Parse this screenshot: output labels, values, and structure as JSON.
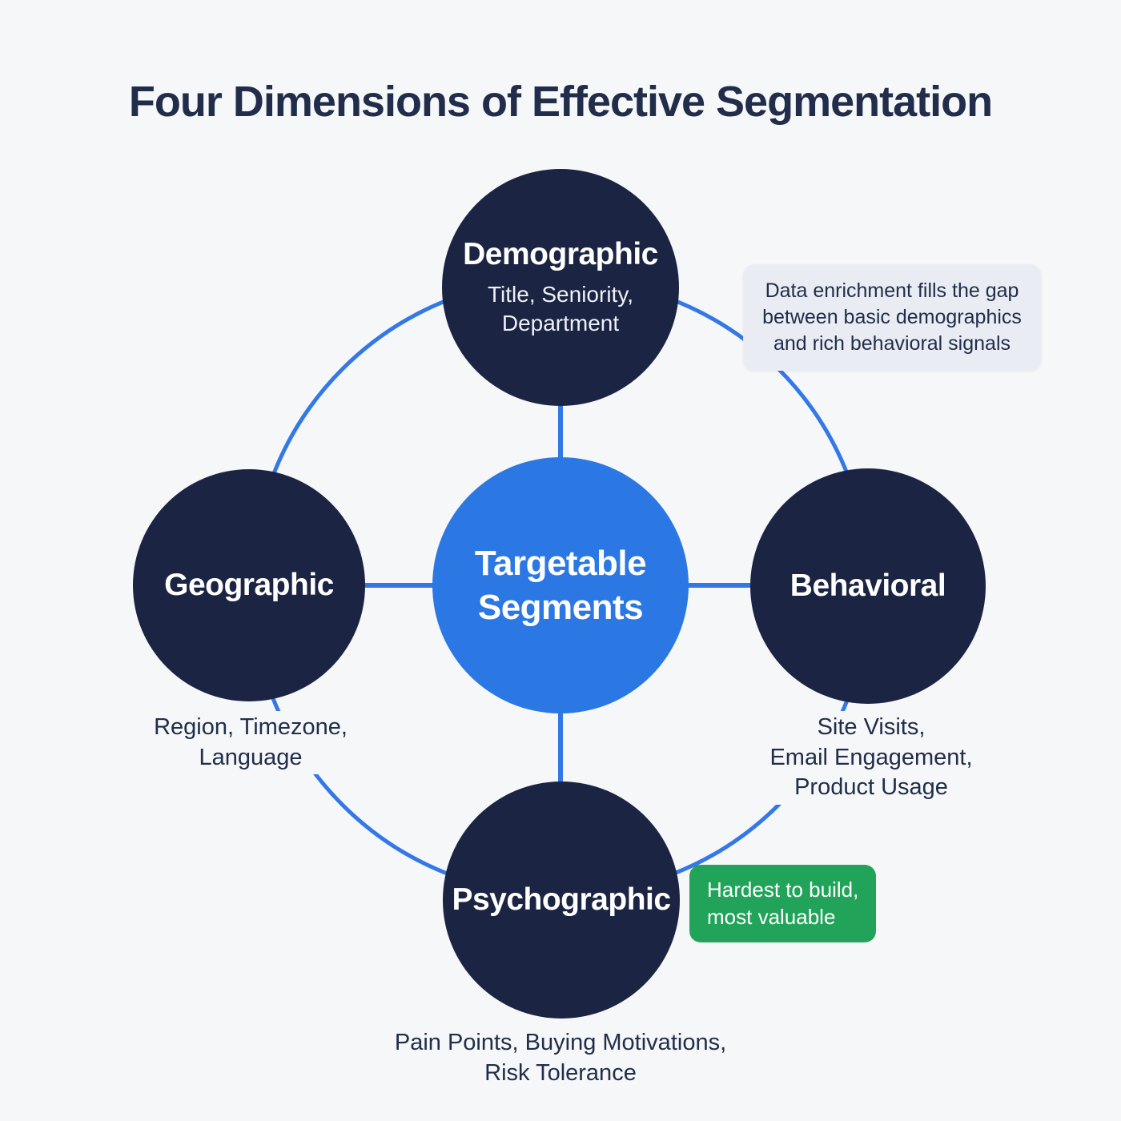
{
  "title": "Four Dimensions of Effective Segmentation",
  "center": {
    "label": "Targetable\nSegments"
  },
  "nodes": [
    {
      "id": "demographic",
      "label": "Demographic",
      "sub": "Title, Seniority,\nDepartment"
    },
    {
      "id": "geographic",
      "label": "Geographic",
      "caption": "Region, Timezone,\nLanguage"
    },
    {
      "id": "behavioral",
      "label": "Behavioral",
      "caption": "Site Visits,\nEmail Engagement,\nProduct Usage"
    },
    {
      "id": "psychographic",
      "label": "Psychographic",
      "caption": "Pain Points, Buying Motivations,\nRisk Tolerance"
    }
  ],
  "callouts": [
    {
      "id": "data-enrichment",
      "style": "gray",
      "text": "Data enrichment fills the gap\nbetween basic demographics\nand rich behavioral signals"
    },
    {
      "id": "psychographic-value",
      "style": "green",
      "text": "Hardest to build,\nmost valuable"
    }
  ],
  "colors": {
    "bg": "#f6f7f8",
    "navy": "#1b2442",
    "blue": "#2b77e4",
    "line": "#3478e8",
    "green": "#21a45a",
    "gray": "#e9edf3",
    "ink": "#212d4a",
    "white": "#ffffff"
  }
}
